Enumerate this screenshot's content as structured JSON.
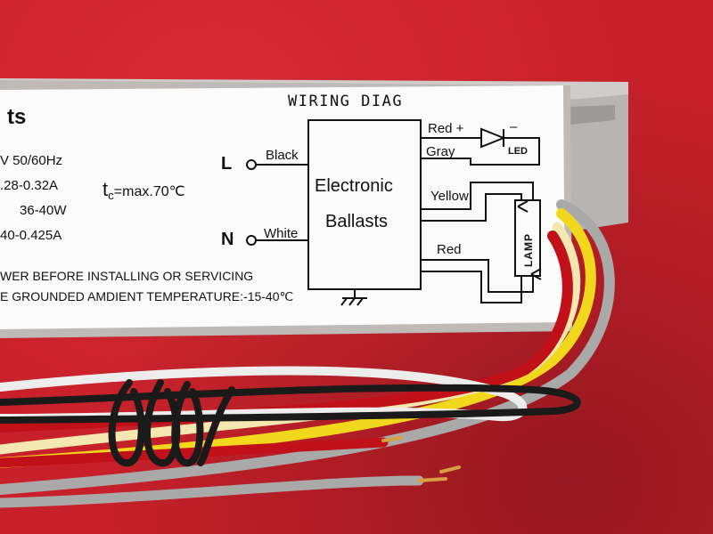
{
  "label": {
    "title": "ts",
    "specs": [
      "V 50/60Hz",
      ".28-0.32A",
      "36-40W",
      "40-0.425A"
    ],
    "tc_symbol": "t",
    "tc_sub": "c",
    "tc_value": "=max.70℃",
    "warning_line1": "WER BEFORE INSTALLING OR SERVICING",
    "warning_line2": "E GROUNDED AMDIENT TEMPERATURE:-15-40℃"
  },
  "wiring_diagram": {
    "title": "WIRING DIAG",
    "box_line1": "Electronic",
    "box_line2": "Ballasts",
    "input_L": "L",
    "input_N": "N",
    "wire_black": "Black",
    "wire_white": "White",
    "wire_red_plus": "Red +",
    "wire_gray": "Gray",
    "led_minus": "–",
    "led_label": "LED",
    "wire_yellow": "Yellow",
    "wire_red": "Red",
    "lamp_label": "LAMP"
  },
  "colors": {
    "background": "#c8202a",
    "housing": "#b9b6b4",
    "label": "#fbfbfb",
    "wire_black": "#1a1a1a",
    "wire_white": "#ededed",
    "wire_red": "#c11018",
    "wire_yellow": "#f2d81c",
    "wire_gray": "#a9a9a9",
    "wire_lightyellow": "#f4e8b0"
  }
}
